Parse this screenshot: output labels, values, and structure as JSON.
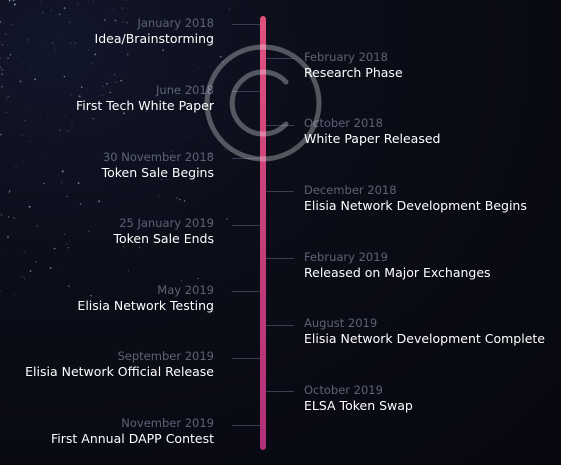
{
  "timeline": {
    "left": [
      {
        "date": "January 2018",
        "title": "Idea/Brainstorming"
      },
      {
        "date": "June 2018",
        "title": "First Tech White Paper"
      },
      {
        "date": "30 November 2018",
        "title": "Token Sale Begins"
      },
      {
        "date": "25 January 2019",
        "title": "Token Sale Ends"
      },
      {
        "date": "May 2019",
        "title": "Elisia Network Testing"
      },
      {
        "date": "September 2019",
        "title": "Elisia Network Official Release"
      },
      {
        "date": "November 2019",
        "title": "First Annual DAPP Contest"
      }
    ],
    "right": [
      {
        "date": "February 2018",
        "title": "Research Phase"
      },
      {
        "date": "October 2018",
        "title": "White Paper Released"
      },
      {
        "date": "December 2018",
        "title": "Elisia Network Development Begins"
      },
      {
        "date": "February 2019",
        "title": "Released on Major Exchanges"
      },
      {
        "date": "August 2019",
        "title": "Elisia Network Development Complete"
      },
      {
        "date": "October 2019",
        "title": "ELSA Token Swap"
      }
    ]
  },
  "colors": {
    "bar_top": "#e0517e",
    "bar_bottom": "#b0307a",
    "date_text": "#5d6276",
    "title_text": "#ffffff"
  },
  "icons": {
    "watermark": "copyright-icon"
  }
}
